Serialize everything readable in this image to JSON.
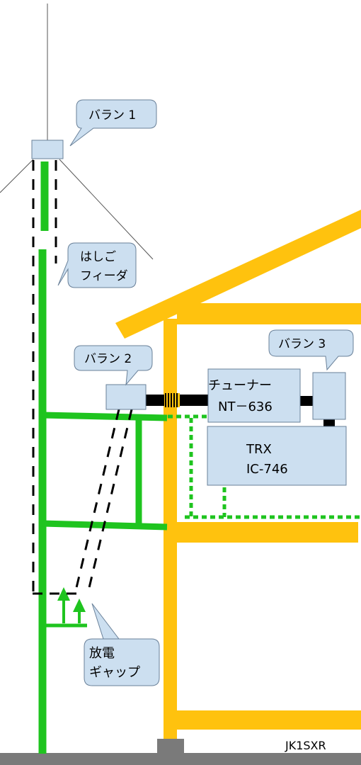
{
  "colors": {
    "feeder": "#1fc41f",
    "house": "#ffc20e",
    "box_fill": "#ccdff0",
    "box_stroke": "#6a8199",
    "ground": "#7a7a7a",
    "dash": "#000000"
  },
  "labels": {
    "balun1": "バラン 1",
    "ladder_line1": "はしご",
    "ladder_line2": "フィーダ",
    "balun2": "バラン 2",
    "balun3": "バラン 3",
    "tuner_line1": "チューナー",
    "tuner_line2": "NT－636",
    "trx_line1": "TRX",
    "trx_line2": "IC-746",
    "gap_line1": "放電",
    "gap_line2": "ギャップ",
    "signature": "JK1SXR"
  }
}
